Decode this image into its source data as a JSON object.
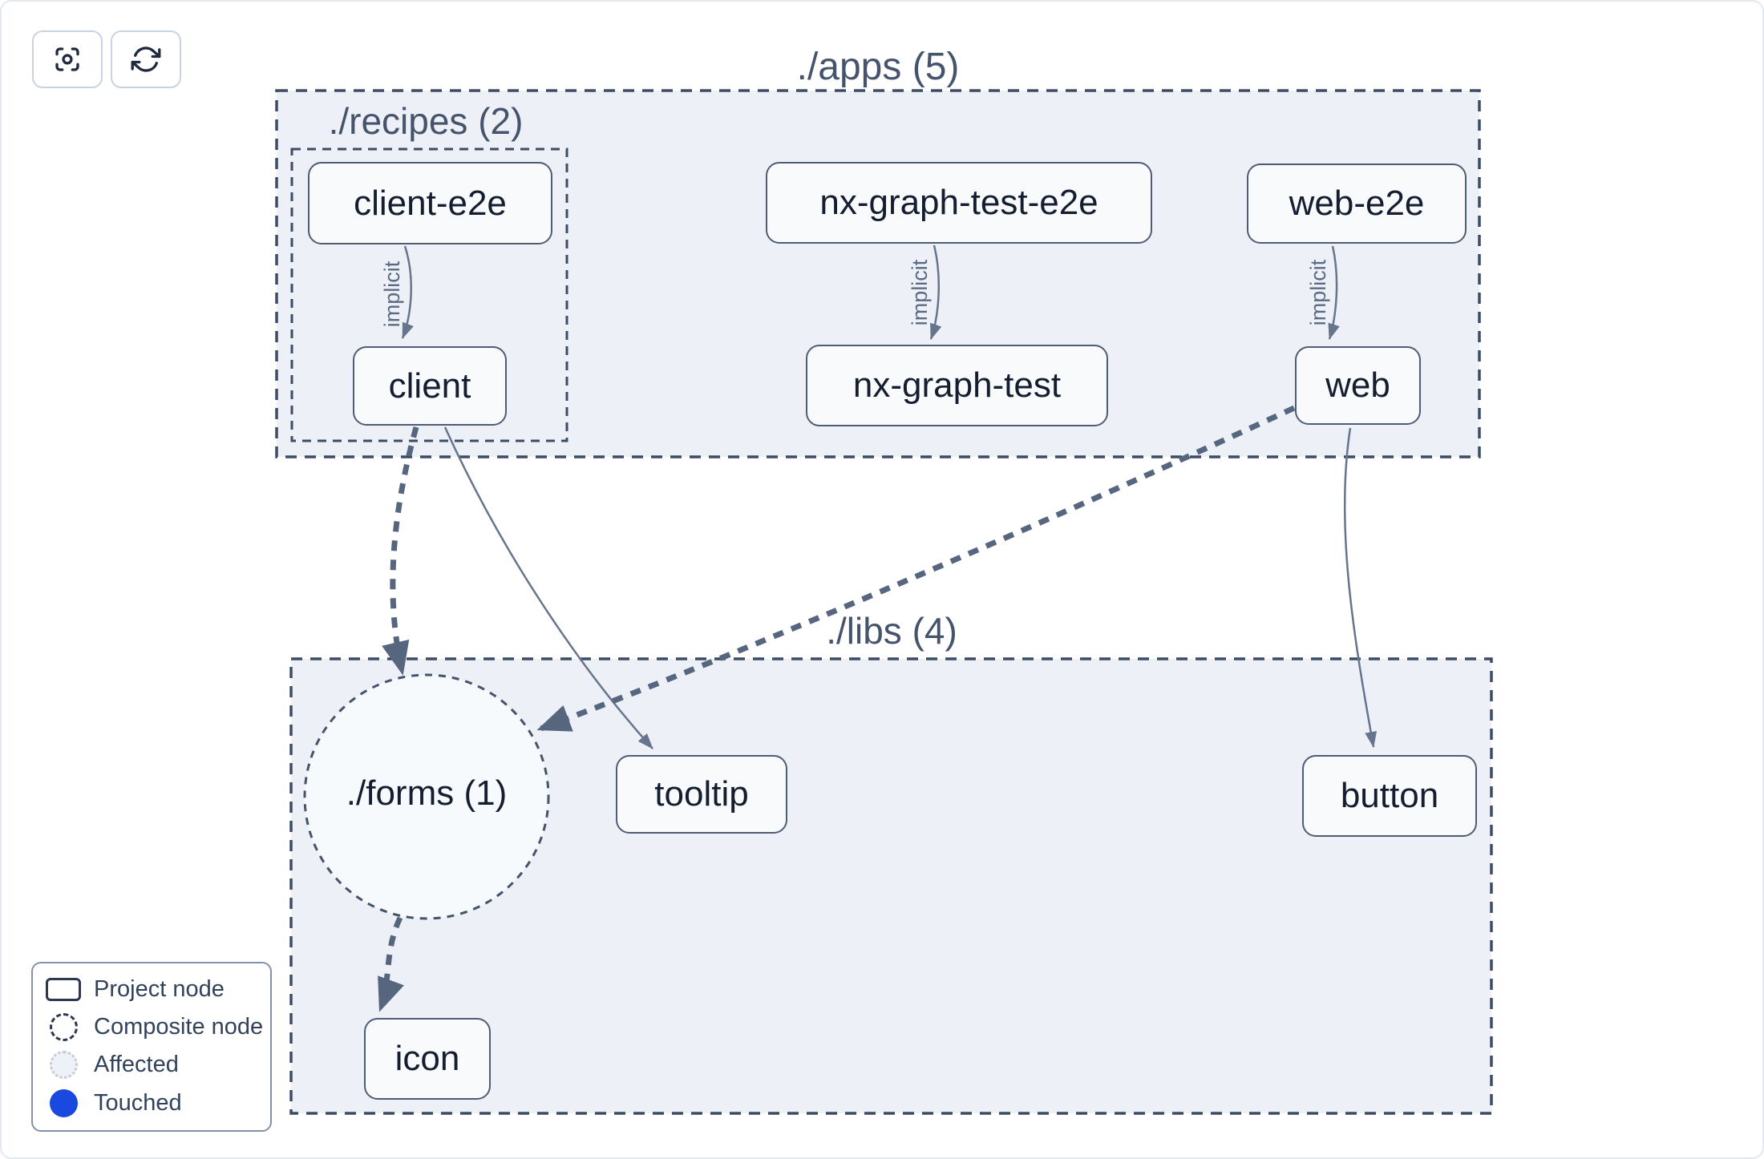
{
  "toolbar": {
    "buttons": [
      {
        "name": "focus",
        "icon": "crosshair-focus-icon"
      },
      {
        "name": "refresh",
        "icon": "refresh-icon"
      }
    ]
  },
  "graph": {
    "groups": [
      {
        "id": "apps",
        "label": "./apps (5)"
      },
      {
        "id": "recipes",
        "label": "./recipes (2)"
      },
      {
        "id": "libs",
        "label": "./libs (4)"
      }
    ],
    "composite_nodes": [
      {
        "id": "forms",
        "label": "./forms (1)"
      }
    ],
    "nodes": [
      {
        "id": "client-e2e",
        "label": "client-e2e",
        "group": "recipes"
      },
      {
        "id": "nx-graph-test-e2e",
        "label": "nx-graph-test-e2e",
        "group": "apps"
      },
      {
        "id": "web-e2e",
        "label": "web-e2e",
        "group": "apps"
      },
      {
        "id": "client",
        "label": "client",
        "group": "recipes"
      },
      {
        "id": "nx-graph-test",
        "label": "nx-graph-test",
        "group": "apps"
      },
      {
        "id": "web",
        "label": "web",
        "group": "apps"
      },
      {
        "id": "tooltip",
        "label": "tooltip",
        "group": "libs"
      },
      {
        "id": "button",
        "label": "button",
        "group": "libs"
      },
      {
        "id": "icon",
        "label": "icon",
        "group": "libs"
      }
    ],
    "edges": [
      {
        "source": "client-e2e",
        "target": "client",
        "label": "implicit",
        "style": "thin-solid"
      },
      {
        "source": "nx-graph-test-e2e",
        "target": "nx-graph-test",
        "label": "implicit",
        "style": "thin-solid"
      },
      {
        "source": "web-e2e",
        "target": "web",
        "label": "implicit",
        "style": "thin-solid"
      },
      {
        "source": "client",
        "target": "forms",
        "label": "",
        "style": "thick-dashed"
      },
      {
        "source": "client",
        "target": "tooltip",
        "label": "",
        "style": "thin-solid"
      },
      {
        "source": "web",
        "target": "forms",
        "label": "",
        "style": "thick-dashed"
      },
      {
        "source": "web",
        "target": "button",
        "label": "",
        "style": "thin-solid"
      },
      {
        "source": "forms",
        "target": "icon",
        "label": "",
        "style": "thick-dashed"
      }
    ]
  },
  "legend": {
    "items": [
      {
        "label": "Project node",
        "swatch": "project-rect"
      },
      {
        "label": "Composite node",
        "swatch": "composite-dashed-circle"
      },
      {
        "label": "Affected",
        "swatch": "affected-circle"
      },
      {
        "label": "Touched",
        "swatch": "touched-circle"
      }
    ]
  },
  "colors": {
    "touched": "#1a49e0",
    "affected_fill": "#eef1f6",
    "group_fill": "#edf1f7",
    "node_fill": "#f8fafc",
    "outline": "#45536c",
    "edge": "#66758d",
    "text": "#16202f"
  }
}
